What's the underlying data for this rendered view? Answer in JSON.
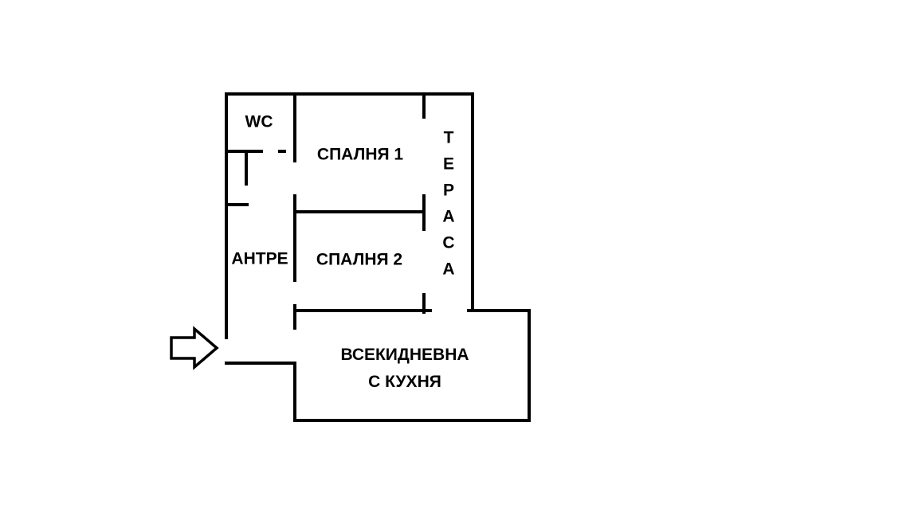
{
  "rooms": {
    "wc": "WC",
    "bedroom1": "СПАЛНЯ 1",
    "bedroom2": "СПАЛНЯ 2",
    "hall": "АНТРЕ",
    "living_line1": "ВСЕКИДНЕВНА",
    "living_line2": "С КУХНЯ",
    "terrace_letters": [
      "Т",
      "Е",
      "Р",
      "А",
      "С",
      "А"
    ]
  },
  "entrance_icon": "arrow-right-icon",
  "colors": {
    "wall": "#000000",
    "background": "#ffffff"
  }
}
